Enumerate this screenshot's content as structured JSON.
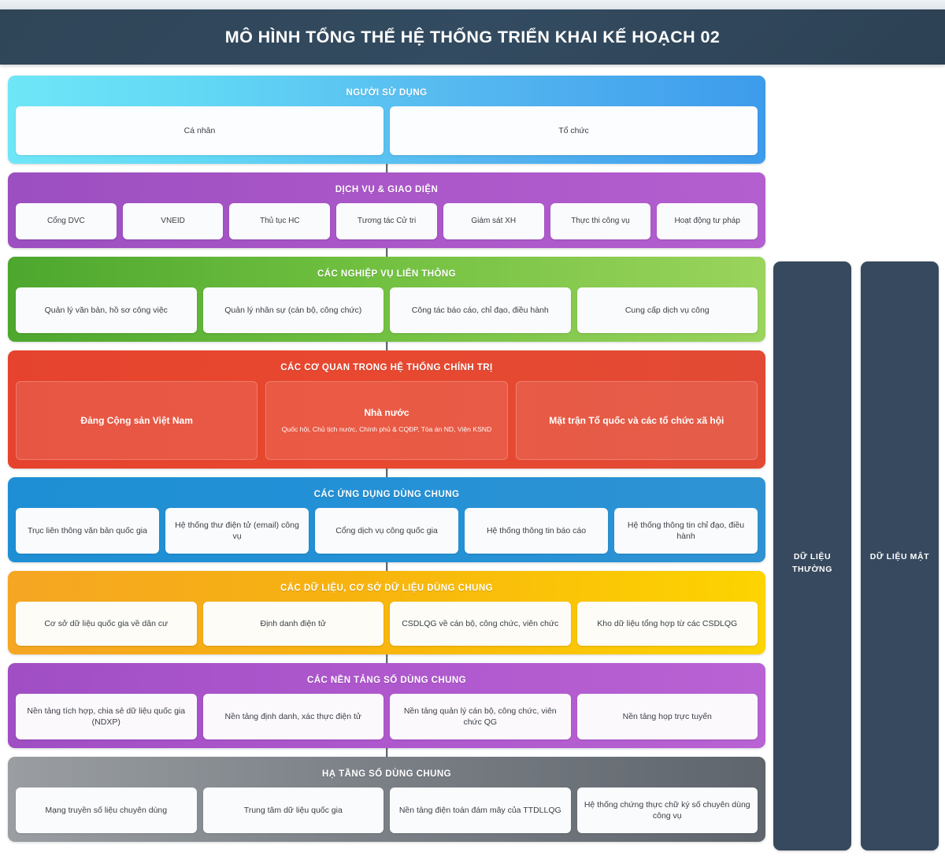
{
  "header": {
    "title": "MÔ HÌNH TỔNG THỂ HỆ THỐNG TRIỂN KHAI KẾ HOẠCH 02"
  },
  "layers": [
    {
      "id": "users",
      "title": "NGƯỜI SỬ DỤNG",
      "color": "#56b8f0",
      "items": [
        {
          "label": "Cá nhân"
        },
        {
          "label": "Tổ chức"
        }
      ]
    },
    {
      "id": "services",
      "title": "DỊCH VỤ & GIAO DIỆN",
      "color": "#a855c7",
      "items": [
        {
          "label": "Cổng DVC"
        },
        {
          "label": "VNEID"
        },
        {
          "label": "Thủ tục HC"
        },
        {
          "label": "Tương tác Cử tri"
        },
        {
          "label": "Giám sát XH"
        },
        {
          "label": "Thực thi công vụ"
        },
        {
          "label": "Hoạt động tư pháp"
        }
      ]
    },
    {
      "id": "business",
      "title": "CÁC NGHIỆP VỤ LIÊN THÔNG",
      "color": "#6fbf3f",
      "items": [
        {
          "label": "Quản lý văn bản, hồ sơ công việc"
        },
        {
          "label": "Quản lý nhân sự (cán bộ, công chức)"
        },
        {
          "label": "Công tác báo cáo, chỉ đạo, điều hành"
        },
        {
          "label": "Cung cấp dịch vụ công"
        }
      ]
    },
    {
      "id": "political",
      "title": "CÁC CƠ QUAN TRONG HỆ THỐNG CHÍNH TRỊ",
      "color": "#e5432e",
      "items": [
        {
          "label": "Đảng Cộng sản Việt Nam",
          "sub": ""
        },
        {
          "label": "Nhà nước",
          "sub": "Quốc hội, Chủ tịch nước, Chính phủ & CQĐP, Tòa án ND, Viện KSND"
        },
        {
          "label": "Mặt trận Tổ quốc và các tổ chức xã hội",
          "sub": ""
        }
      ]
    },
    {
      "id": "apps",
      "title": "CÁC ỨNG DỤNG DÙNG CHUNG",
      "color": "#2491d6",
      "items": [
        {
          "label": "Trục liên thông văn bản quốc gia"
        },
        {
          "label": "Hệ thống thư điện tử (email) công vụ"
        },
        {
          "label": "Cổng dịch vụ công quốc gia"
        },
        {
          "label": "Hệ thống thông tin báo cáo"
        },
        {
          "label": "Hệ thống thông tin chỉ đạo, điều hành"
        }
      ]
    },
    {
      "id": "data",
      "title": "CÁC DỮ LIỆU, CƠ SỞ DỮ LIỆU DÙNG CHUNG",
      "color": "#f7b30f",
      "items": [
        {
          "label": "Cơ sở dữ liệu quốc gia về dân cư"
        },
        {
          "label": "Định danh điện tử"
        },
        {
          "label": "CSDLQG về cán bộ, công chức, viên chức"
        },
        {
          "label": "Kho dữ liệu tổng hợp từ các CSDLQG"
        }
      ]
    },
    {
      "id": "platform",
      "title": "CÁC NỀN TẢNG SỐ DÙNG CHUNG",
      "color": "#ae57cd",
      "items": [
        {
          "label": "Nền tảng tích hợp, chia sẻ dữ liệu quốc gia (NDXP)"
        },
        {
          "label": "Nền tảng định danh, xác thực điện tử"
        },
        {
          "label": "Nền tảng quản lý cán bộ, công chức, viên chức QG"
        },
        {
          "label": "Nền tảng họp trực tuyến"
        }
      ]
    },
    {
      "id": "infra",
      "title": "HẠ TẦNG SỐ DÙNG CHUNG",
      "color": "#7c8288",
      "items": [
        {
          "label": "Mạng truyền số liệu chuyên dùng"
        },
        {
          "label": "Trung tâm dữ liệu quốc gia"
        },
        {
          "label": "Nền tảng điện toán đám mây của TTDLLQG"
        },
        {
          "label": "Hệ thống chứng thực chữ ký số chuyên dùng công vụ"
        }
      ]
    }
  ],
  "sidebars": [
    {
      "label": "DỮ LIỆU THƯỜNG",
      "color": "#36495e"
    },
    {
      "label": "DỮ LIỆU MẬT",
      "color": "#36495e"
    }
  ]
}
